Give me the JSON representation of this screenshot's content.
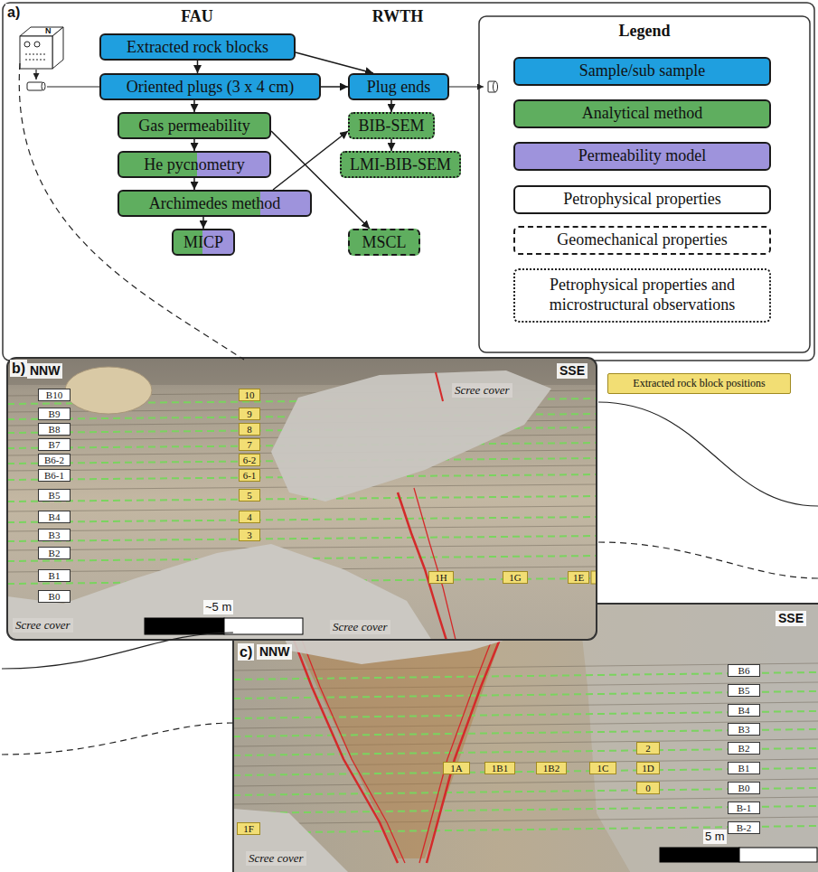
{
  "diagram": {
    "nodes": [
      {
        "text": [
          "Extracted rock blocks"
        ]
      },
      {
        "text": [
          "Oriented plugs (3 x 4 cm)"
        ]
      },
      {
        "text": [
          "Plug ends"
        ]
      },
      {
        "text": [
          "Gas permeability"
        ]
      },
      {
        "text": [
          "He pycnometry"
        ]
      },
      {
        "text": [
          "Archimedes method"
        ]
      },
      {
        "text": [
          "MICP"
        ]
      },
      {
        "text": [
          "BIB-SEM"
        ]
      },
      {
        "text": [
          "LMI-BIB-SEM"
        ]
      },
      {
        "text": [
          "MSCL"
        ]
      }
    ],
    "edges": [
      {
        "from": 0,
        "to": 1,
        "arrow": "to"
      },
      {
        "from": 0,
        "to": 2,
        "arrow": "to"
      },
      {
        "from": 1,
        "to": 2,
        "arrow": "to"
      },
      {
        "from": 1,
        "to": 3,
        "arrow": "to"
      },
      {
        "from": 3,
        "to": 4,
        "arrow": "to"
      },
      {
        "from": 4,
        "to": 5,
        "arrow": "to"
      },
      {
        "from": 5,
        "to": 6,
        "arrow": "to"
      },
      {
        "from": 2,
        "to": 7,
        "arrow": "to"
      },
      {
        "from": 7,
        "to": 8,
        "arrow": "to"
      },
      {
        "from": 5,
        "to": 7,
        "arrow": "to"
      },
      {
        "from": 3,
        "to": 9,
        "arrow": "to"
      }
    ],
    "labels": [
      "a)",
      "N",
      "FAU",
      "RWTH",
      "Legend",
      "b)",
      "NNW",
      "SSE",
      "B10",
      "B9",
      "B8",
      "B7",
      "B6-2",
      "B6-1",
      "B5",
      "B4",
      "B3",
      "B2",
      "B1",
      "B0",
      "10",
      "9",
      "8",
      "7",
      "6-2",
      "6-1",
      "5",
      "4",
      "3",
      "1H",
      "1G",
      "1E",
      "Scree cover",
      "Scree cover",
      "Scree cover",
      "~5 m",
      "c)",
      "NNW",
      "SSE",
      "B6",
      "B5",
      "B4",
      "B3",
      "B2",
      "B1",
      "B0",
      "B-1",
      "B-2",
      "1A",
      "1B1",
      "1B2",
      "1C",
      "1D",
      "2",
      "0",
      "1F",
      "Scree cover",
      "5 m"
    ],
    "legend": [
      {
        "text": "Sample/sub sample",
        "color": "#1f9fdf"
      },
      {
        "text": "Analytical method",
        "color": "#5fae5f"
      },
      {
        "text": "Permeability model",
        "color": "#9e93dc"
      },
      {
        "text": "Petrophysical properties"
      },
      {
        "text": "Geomechanical properties"
      },
      {
        "text": "Petrophysical properties and microstructural observations"
      },
      {
        "text": "Extracted rock block positions",
        "color": "#f2de74"
      }
    ]
  }
}
